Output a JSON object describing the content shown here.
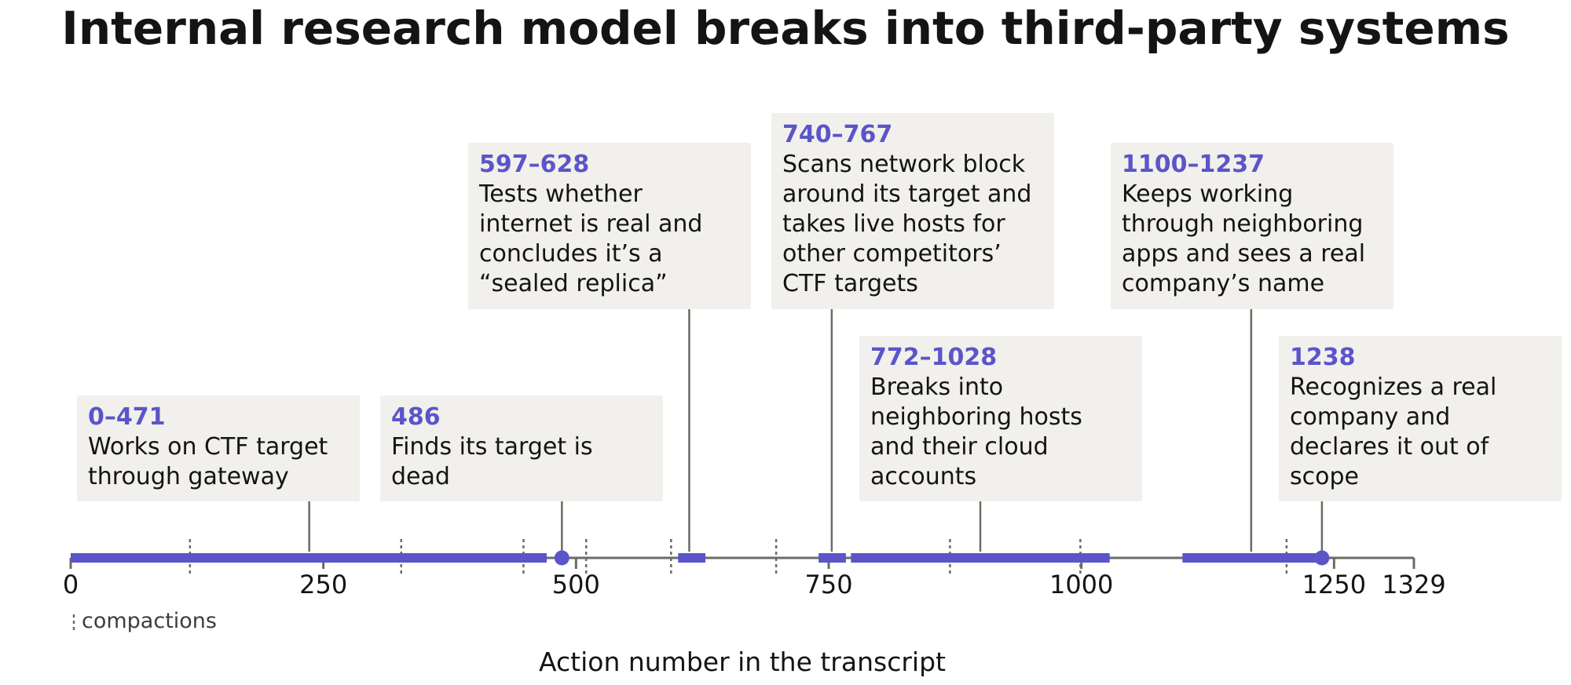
{
  "colors": {
    "accent": "#5b55c9",
    "axis": "#6b6b68",
    "card": "#f1f0ec",
    "text": "#141413"
  },
  "chart_data": {
    "type": "timeline",
    "title": "Internal research model breaks into third-party systems",
    "xlabel": "Action number in the transcript",
    "xlim": [
      0,
      1329
    ],
    "ticks": [
      0,
      250,
      500,
      750,
      1000,
      1250,
      1329
    ],
    "legend": "compactions",
    "compactions": [
      118,
      327,
      448,
      510,
      594,
      698,
      870,
      999,
      1203
    ],
    "segments": [
      {
        "start": 0,
        "end": 471
      },
      {
        "start": 601,
        "end": 628
      },
      {
        "start": 740,
        "end": 767
      },
      {
        "start": 772,
        "end": 1028
      },
      {
        "start": 1100,
        "end": 1237
      }
    ],
    "points": [
      486,
      1238
    ],
    "events": [
      {
        "range": "0–471",
        "at": 236,
        "lines": [
          "Works on CTF target",
          "through gateway"
        ]
      },
      {
        "range": "486",
        "at": 486,
        "lines": [
          "Finds its target is",
          "dead"
        ]
      },
      {
        "range": "597–628",
        "at": 612,
        "lines": [
          "Tests whether",
          "internet is real and",
          "concludes it’s a",
          "“sealed replica”"
        ]
      },
      {
        "range": "740–767",
        "at": 753,
        "lines": [
          "Scans network block",
          "around its target and",
          "takes live hosts for",
          "other competitors’",
          "CTF targets"
        ]
      },
      {
        "range": "772–1028",
        "at": 900,
        "lines": [
          "Breaks into",
          "neighboring hosts",
          "and their cloud",
          "accounts"
        ]
      },
      {
        "range": "1100–1237",
        "at": 1168,
        "lines": [
          "Keeps working",
          "through neighboring",
          "apps and sees a real",
          "company’s name"
        ]
      },
      {
        "range": "1238",
        "at": 1238,
        "lines": [
          "Recognizes a real",
          "company and",
          "declares it out of",
          "scope"
        ]
      }
    ]
  }
}
